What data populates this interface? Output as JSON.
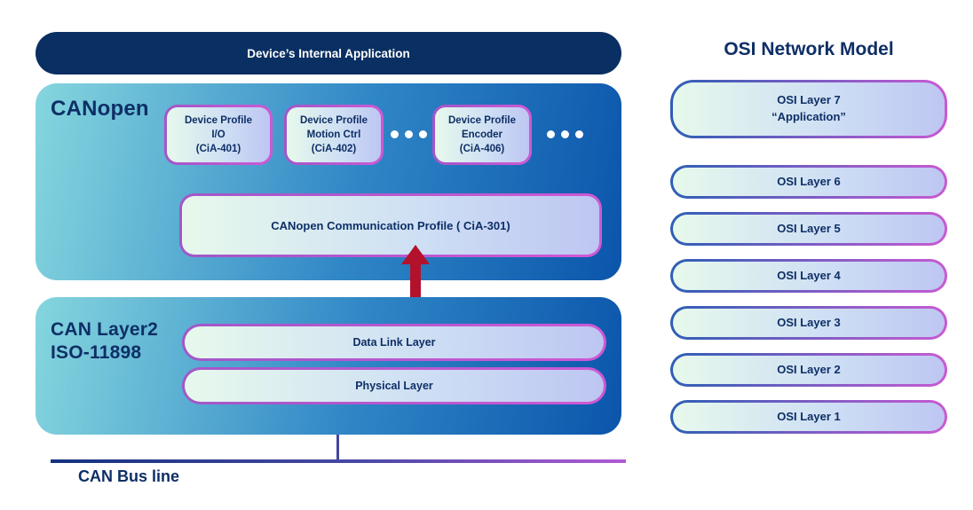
{
  "colors": {
    "navy_text": "#0e2f66",
    "top_pill_bg": "#0a2f62",
    "block_gradient_start": "#85d6de",
    "block_gradient_end": "#0b55ab",
    "inner_box_gradient_start": "#e7f9ec",
    "inner_box_gradient_end": "#bdc6f2",
    "border_blue": "#2e5fb5",
    "border_magenta": "#cf58d4",
    "arrow_red": "#b3122d",
    "bus_line_start": "#14327e",
    "bus_line_end": "#b05ad6"
  },
  "top_pill": {
    "label": "Device’s Internal Application"
  },
  "canopen": {
    "title": "CANopen",
    "profiles": [
      {
        "line1": "Device Profile",
        "line2": "I/O",
        "line3": "(CiA-401)"
      },
      {
        "line1": "Device Profile",
        "line2": "Motion Ctrl",
        "line3": "(CiA-402)"
      },
      {
        "line1": "Device Profile",
        "line2": "Encoder",
        "line3": "(CiA-406)"
      }
    ],
    "comm_profile": "CANopen Communication Profile ( CiA-301)"
  },
  "can_layer": {
    "title_line1": "CAN Layer2",
    "title_line2": "ISO-11898",
    "layers": [
      "Data Link Layer",
      "Physical Layer"
    ]
  },
  "bus": {
    "label": "CAN Bus line"
  },
  "osi": {
    "title": "OSI Network Model",
    "layers": [
      {
        "label": "OSI Layer 7",
        "sublabel": "“Application”"
      },
      {
        "label": "OSI Layer 6"
      },
      {
        "label": "OSI Layer 5"
      },
      {
        "label": "OSI Layer 4"
      },
      {
        "label": "OSI Layer 3"
      },
      {
        "label": "OSI Layer 2"
      },
      {
        "label": "OSI Layer 1"
      }
    ]
  }
}
